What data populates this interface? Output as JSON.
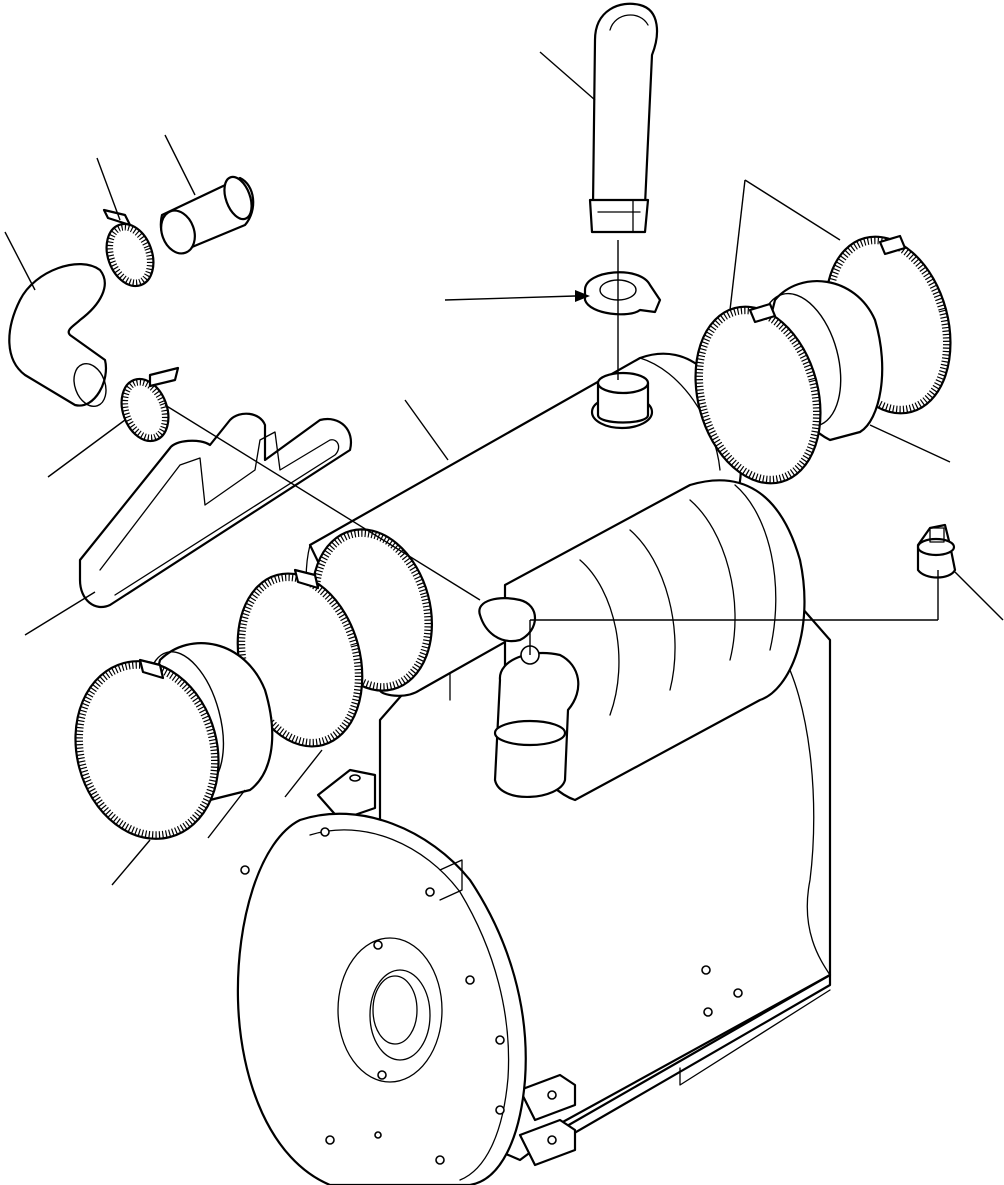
{
  "diagram": {
    "parts": [
      "engine-block",
      "flywheel-housing",
      "air-cleaner",
      "exhaust-pipe",
      "muffler",
      "pipe-clamp",
      "elbow-hose",
      "connector-tube",
      "hose-clamp",
      "air-intake-duct",
      "intake-hose",
      "rubber-connector",
      "dust-indicator"
    ],
    "stroke_color": "#000000",
    "background_color": "#ffffff"
  }
}
